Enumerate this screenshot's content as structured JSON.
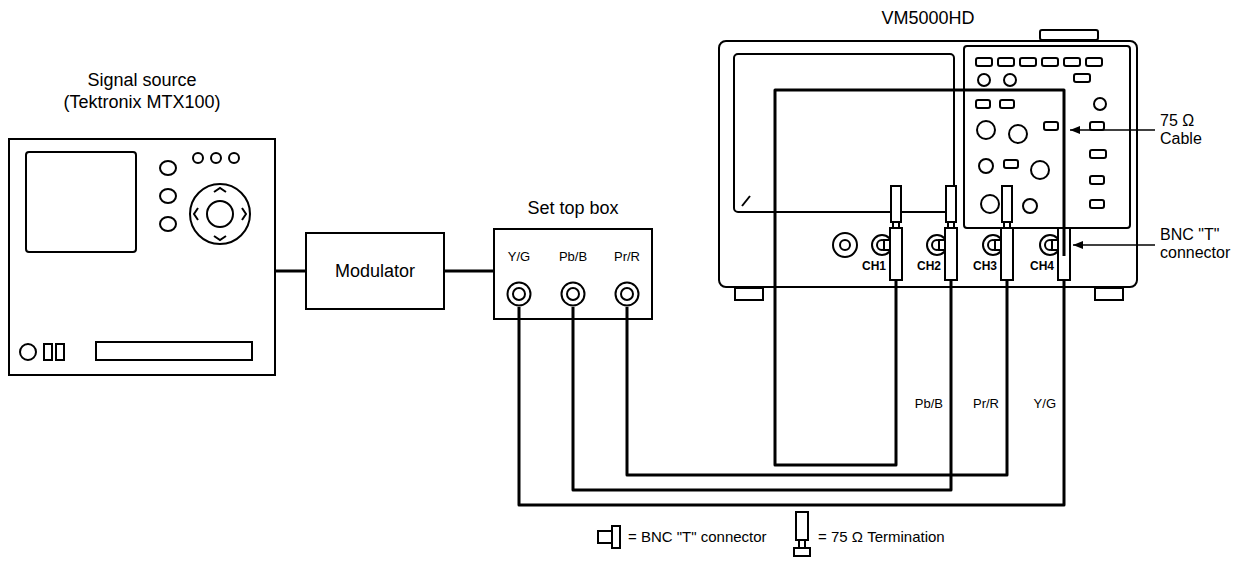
{
  "diagram": {
    "nodes": [
      {
        "text": [
          "Signal source (Tektronix MTX100)"
        ]
      },
      {
        "text": [
          "Modulator"
        ]
      },
      {
        "text": [
          "Set top box"
        ]
      },
      {
        "text": [
          "Y/G"
        ],
        "in": 2
      },
      {
        "text": [
          "Pb/B"
        ],
        "in": 2
      },
      {
        "text": [
          "Pr/R"
        ],
        "in": 2
      },
      {
        "text": [
          "VM5000HD"
        ]
      },
      {
        "text": [
          "CH1"
        ],
        "in": 6
      },
      {
        "text": [
          "CH2"
        ],
        "in": 6
      },
      {
        "text": [
          "CH3"
        ],
        "in": 6
      },
      {
        "text": [
          "CH4"
        ],
        "in": 6
      }
    ],
    "edges": [
      {
        "from": 0,
        "to": 1,
        "arrow": "none"
      },
      {
        "from": 1,
        "to": 2,
        "arrow": "none"
      },
      {
        "from": 3,
        "to": 10,
        "label": "Y/G",
        "arrow": "none"
      },
      {
        "from": 4,
        "to": 8,
        "label": "Pb/B",
        "arrow": "none"
      },
      {
        "from": 5,
        "to": 9,
        "label": "Pr/R",
        "arrow": "none"
      },
      {
        "from": 7,
        "to": 10,
        "arrow": "none"
      }
    ],
    "labels": [
      "75 Ω Cable",
      "BNC \"T\" connector"
    ],
    "legend": [
      {
        "text": "= BNC \"T\" connector"
      },
      {
        "text": "= 75 Ω Termination"
      }
    ]
  }
}
